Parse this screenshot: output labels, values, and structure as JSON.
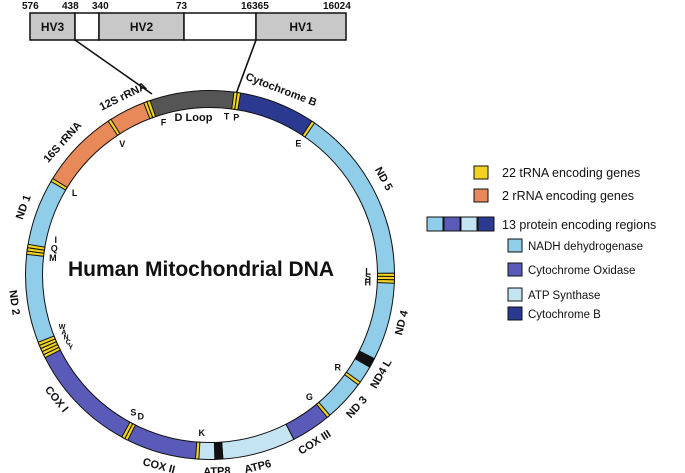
{
  "title": "Human Mitochondrial DNA",
  "colors": {
    "trna": "#f2d321",
    "rrna": "#e8895a",
    "nadh": "#8fcde8",
    "cox": "#5a5bb8",
    "atp": "#c5e4f1",
    "cytb": "#2b3990",
    "dloop": "#555555",
    "hv": "#c8c8c8",
    "black": "#111111"
  },
  "hv_bar": {
    "regions": [
      {
        "label": "HV3"
      },
      {
        "label": ""
      },
      {
        "label": "HV2"
      },
      {
        "label": ""
      },
      {
        "label": "HV1"
      }
    ],
    "positions": [
      "576",
      "438",
      "340",
      "73",
      "16365",
      "16024"
    ]
  },
  "regions": {
    "d_loop": "D Loop",
    "cytochrome_b": "Cytochrome B",
    "nd5": "ND 5",
    "nd4": "ND 4",
    "nd4l": "ND4 L",
    "nd3": "ND 3",
    "cox3": "COX III",
    "atp6": "ATP6",
    "atp8": "ATP8",
    "cox2": "COX II",
    "cox1": "COX I",
    "nd2": "ND 2",
    "nd1": "ND 1",
    "rrna16s": "16S rRNA",
    "rrna12s": "12S rRNA"
  },
  "trna_letters": {
    "F": "F",
    "V": "V",
    "L1": "L",
    "I": "I",
    "Q": "Q",
    "M": "M",
    "W": "W",
    "A": "A",
    "N": "N",
    "C": "C",
    "Y": "Y",
    "S1": "S",
    "D": "D",
    "K": "K",
    "G": "G",
    "R": "R",
    "H": "H",
    "S2": "S",
    "L2": "L",
    "E": "E",
    "T": "T",
    "P": "P"
  },
  "legend": {
    "trna": "22 tRNA encoding genes",
    "rrna": "2 rRNA encoding genes",
    "protein": "13 protein encoding regions",
    "nadh": "NADH dehydrogenase",
    "cox": "Cytochrome Oxidase",
    "atp": "ATP Synthase",
    "cytb": "Cytochrome B"
  }
}
